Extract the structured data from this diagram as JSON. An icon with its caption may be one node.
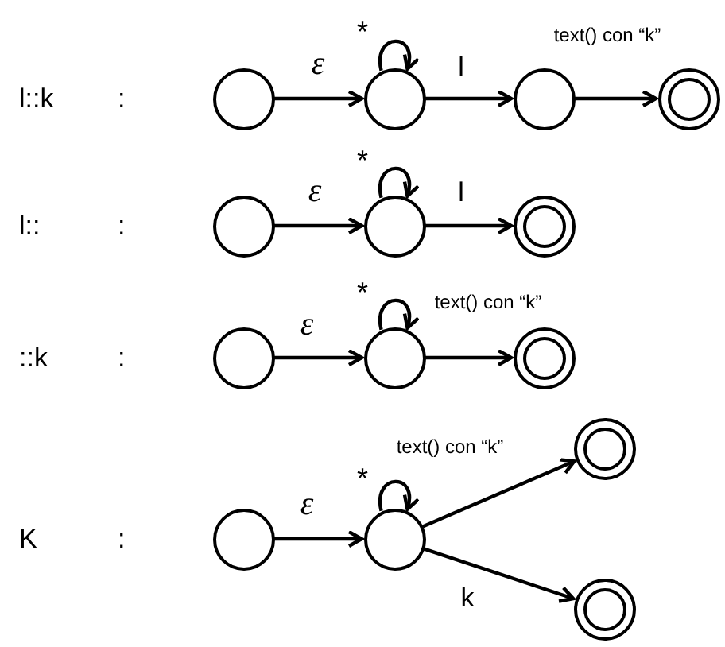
{
  "diagram": {
    "nodes": [
      {
        "text": [],
        "shape": "circle"
      },
      {
        "text": [],
        "shape": "circle"
      },
      {
        "text": [],
        "shape": "circle"
      },
      {
        "text": [],
        "shape": "double-circle"
      },
      {
        "text": [],
        "shape": "circle"
      },
      {
        "text": [],
        "shape": "circle"
      },
      {
        "text": [],
        "shape": "double-circle"
      },
      {
        "text": [],
        "shape": "circle"
      },
      {
        "text": [],
        "shape": "circle"
      },
      {
        "text": [],
        "shape": "double-circle"
      },
      {
        "text": [],
        "shape": "circle"
      },
      {
        "text": [],
        "shape": "circle"
      },
      {
        "text": [],
        "shape": "double-circle"
      },
      {
        "text": [],
        "shape": "double-circle"
      }
    ],
    "edges": [
      {
        "from": 0,
        "to": 1,
        "arrow": "to",
        "label": "ε"
      },
      {
        "from": 1,
        "to": 1,
        "arrow": "to",
        "label": "*"
      },
      {
        "from": 1,
        "to": 2,
        "arrow": "to",
        "label": "l"
      },
      {
        "from": 2,
        "to": 3,
        "arrow": "to",
        "label": "text() con “k”"
      },
      {
        "from": 4,
        "to": 5,
        "arrow": "to",
        "label": "ε"
      },
      {
        "from": 5,
        "to": 5,
        "arrow": "to",
        "label": "*"
      },
      {
        "from": 5,
        "to": 6,
        "arrow": "to",
        "label": "l"
      },
      {
        "from": 7,
        "to": 8,
        "arrow": "to",
        "label": "ε"
      },
      {
        "from": 8,
        "to": 8,
        "arrow": "to",
        "label": "*"
      },
      {
        "from": 8,
        "to": 9,
        "arrow": "to",
        "label": "text() con “k”"
      },
      {
        "from": 10,
        "to": 11,
        "arrow": "to",
        "label": "ε"
      },
      {
        "from": 11,
        "to": 11,
        "arrow": "to",
        "label": "*"
      },
      {
        "from": 11,
        "to": 12,
        "arrow": "to",
        "label": "text() con “k”"
      },
      {
        "from": 11,
        "to": 13,
        "arrow": "to",
        "label": "k"
      }
    ],
    "labels": [
      "l::k",
      ":",
      "l::",
      ":",
      "::k",
      ":",
      "K",
      ":"
    ]
  }
}
